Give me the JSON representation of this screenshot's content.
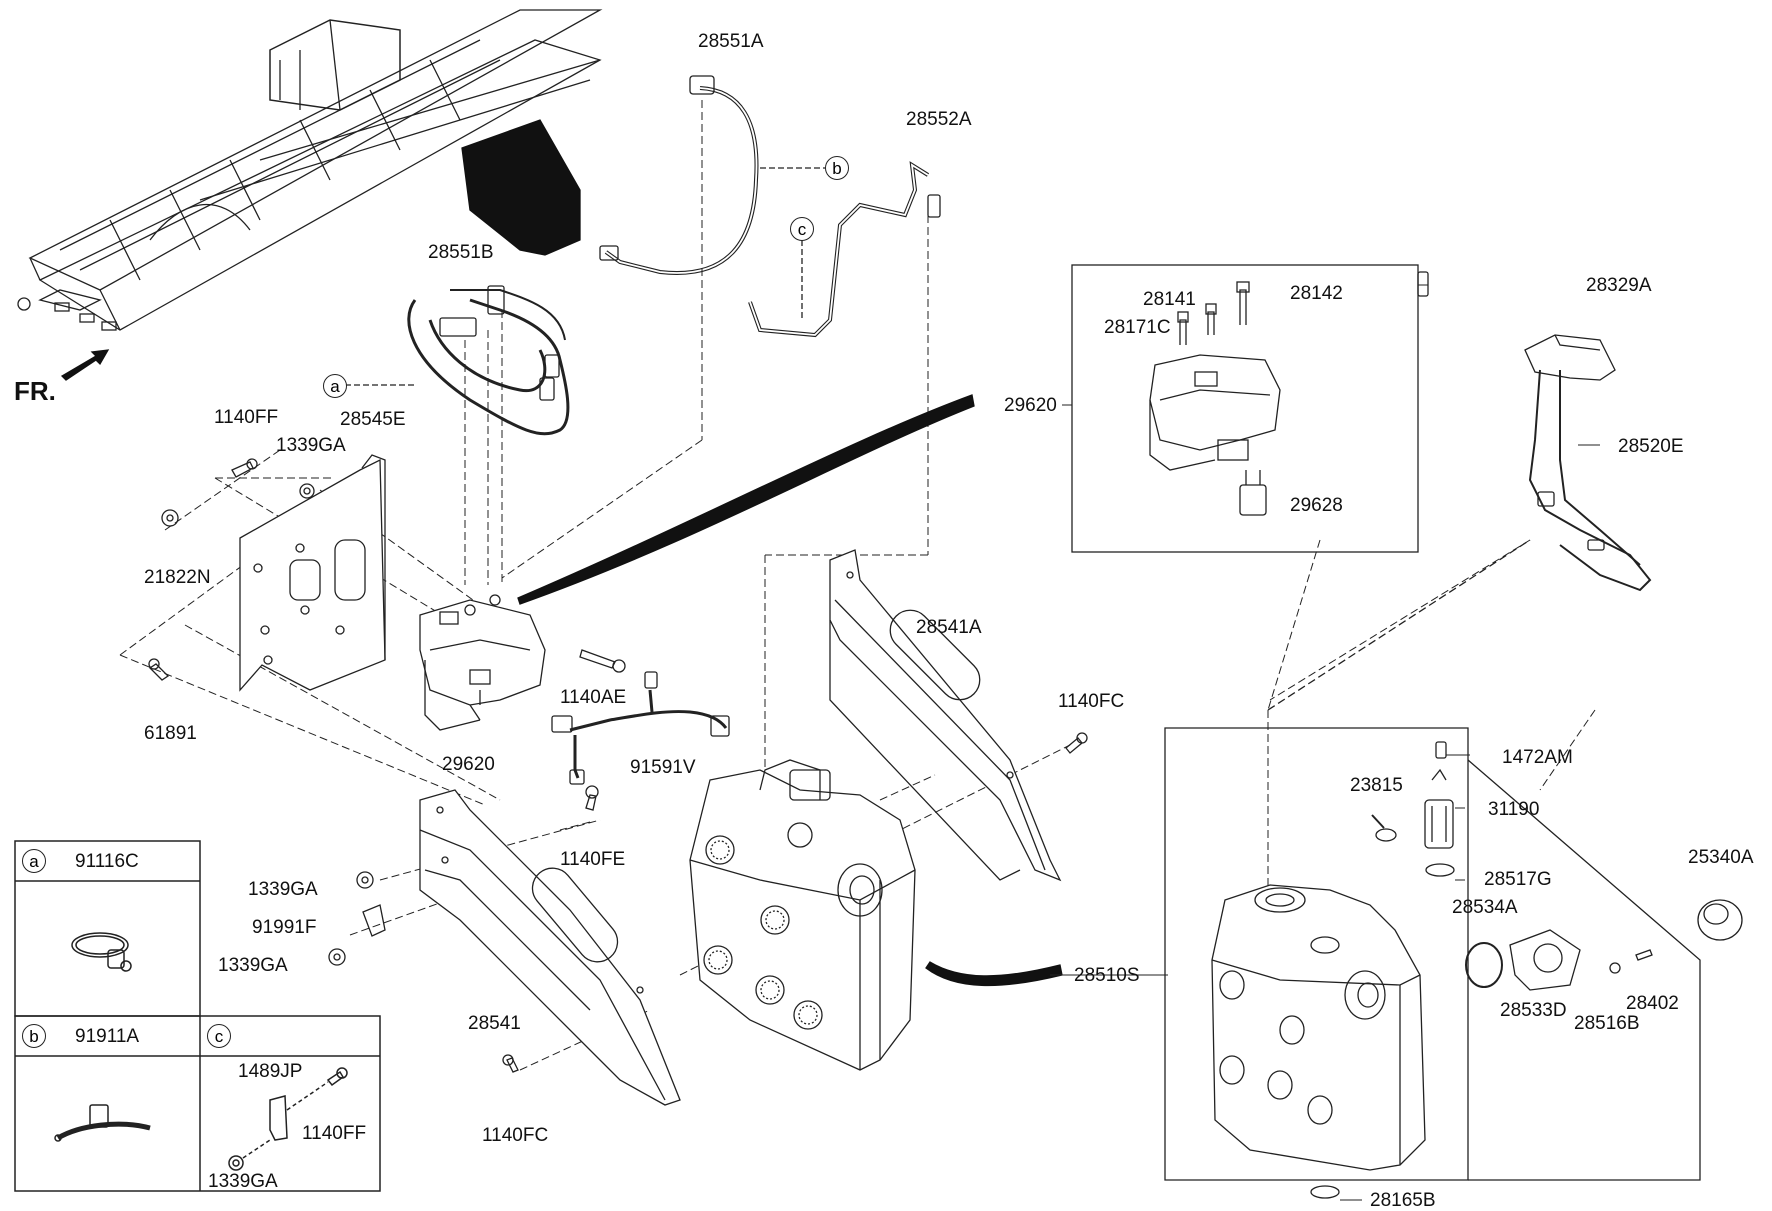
{
  "direction_label": "FR.",
  "callouts": {
    "a": "a",
    "b": "b",
    "c": "c"
  },
  "parts": {
    "p28551A": "28551A",
    "p28552A": "28552A",
    "p28551B": "28551B",
    "p1140FF_top": "1140FF",
    "p1339GA_top": "1339GA",
    "p28545E": "28545E",
    "p21822N": "21822N",
    "p61891": "61891",
    "p29620_main": "29620",
    "p1140AE": "1140AE",
    "p91591V": "91591V",
    "p28541A": "28541A",
    "p1140FC_right": "1140FC",
    "p1339GA_mid": "1339GA",
    "p1140FE": "1140FE",
    "p91991F": "91991F",
    "p1339GA_low": "1339GA",
    "p28541": "28541",
    "p1140FC_bottom": "1140FC",
    "p29620_detail": "29620",
    "p28141": "28141",
    "p28142": "28142",
    "p28171C": "28171C",
    "p29628": "29628",
    "p28329A": "28329A",
    "p28520E": "28520E",
    "p1472AM": "1472AM",
    "p23815": "23815",
    "p31190": "31190",
    "p28517G": "28517G",
    "p28534A": "28534A",
    "p25340A": "25340A",
    "p28510S": "28510S",
    "p28533D": "28533D",
    "p28516B": "28516B",
    "p28402": "28402",
    "p28165B": "28165B"
  },
  "legend": {
    "a_letter": "a",
    "a_part": "91116C",
    "b_letter": "b",
    "b_part": "91911A",
    "c_letter": "c",
    "c_part1": "1489JP",
    "c_part2": "1140FF",
    "c_part3": "1339GA"
  },
  "colors": {
    "line": "#222222",
    "fill": "#ffffff",
    "dark": "#111111"
  }
}
